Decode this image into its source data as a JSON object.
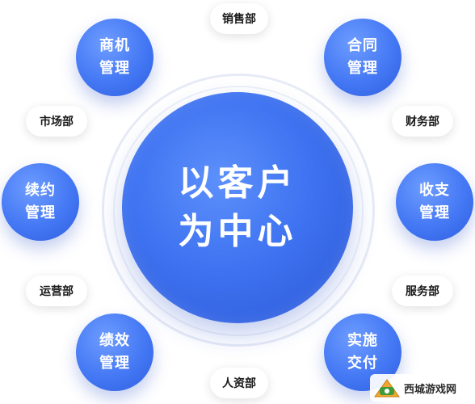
{
  "center": {
    "line1": "以客户",
    "line2": "为中心"
  },
  "bubbles": [
    {
      "line1": "商机",
      "line2": "管理"
    },
    {
      "line1": "合同",
      "line2": "管理"
    },
    {
      "line1": "续约",
      "line2": "管理"
    },
    {
      "line1": "收支",
      "line2": "管理"
    },
    {
      "line1": "绩效",
      "line2": "管理"
    },
    {
      "line1": "实施",
      "line2": "交付"
    }
  ],
  "departments": [
    "销售部",
    "市场部",
    "财务部",
    "运营部",
    "服务部",
    "人资部"
  ],
  "watermark": {
    "text": "西城游戏网"
  },
  "colors": {
    "primary": "#4478f4",
    "ring": "#e7ebf6",
    "text": "#1a1a1a"
  }
}
